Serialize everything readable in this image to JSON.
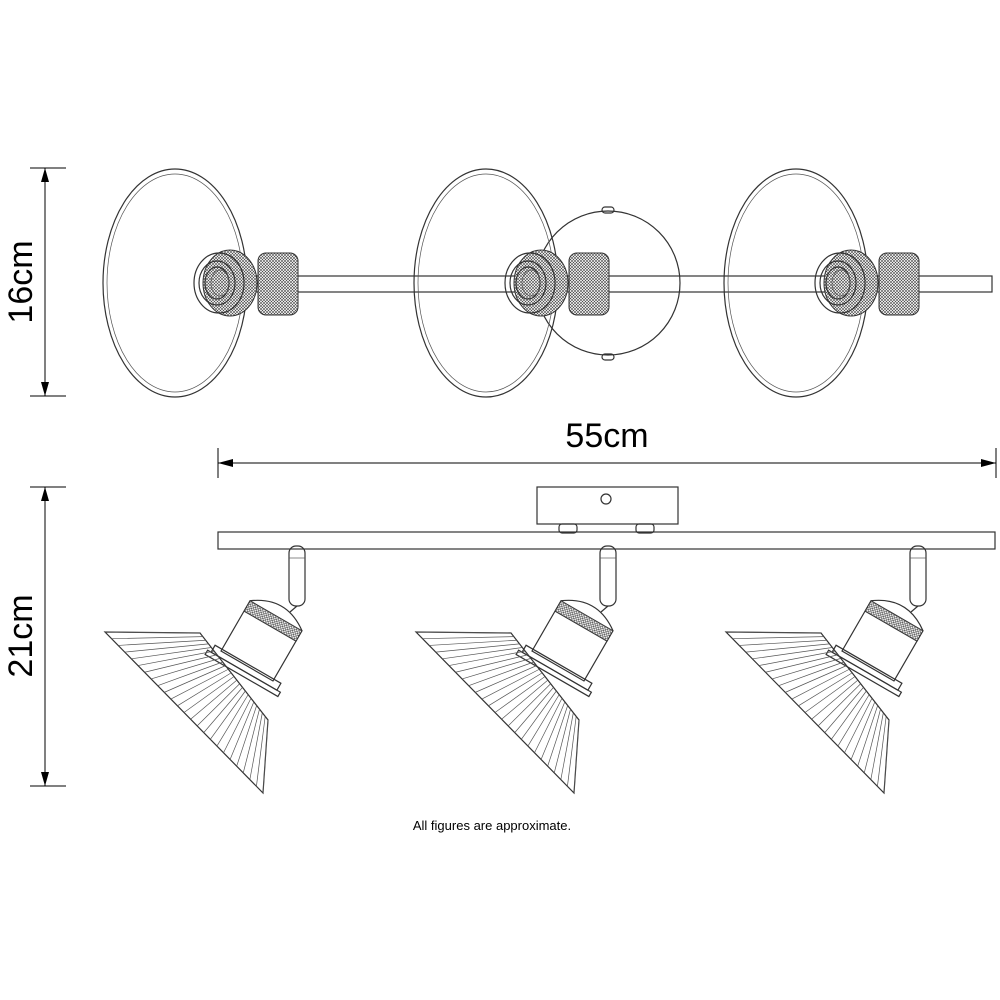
{
  "dimensions": {
    "height_top_view": "16cm",
    "width": "55cm",
    "height_side_view": "21cm"
  },
  "note": "All figures are approximate.",
  "lamp_count": 3,
  "colors": {
    "line": "#333333",
    "background": "#ffffff"
  }
}
